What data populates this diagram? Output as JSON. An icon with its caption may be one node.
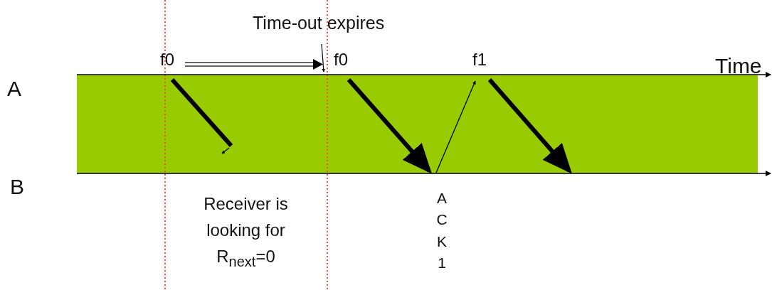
{
  "diagram": {
    "labels": [
      "Time-out expires",
      "f0",
      "f0",
      "f1",
      "Time",
      "A",
      "B",
      "Receiver is looking for R$_{next}$=0",
      "A C K 1"
    ]
  }
}
